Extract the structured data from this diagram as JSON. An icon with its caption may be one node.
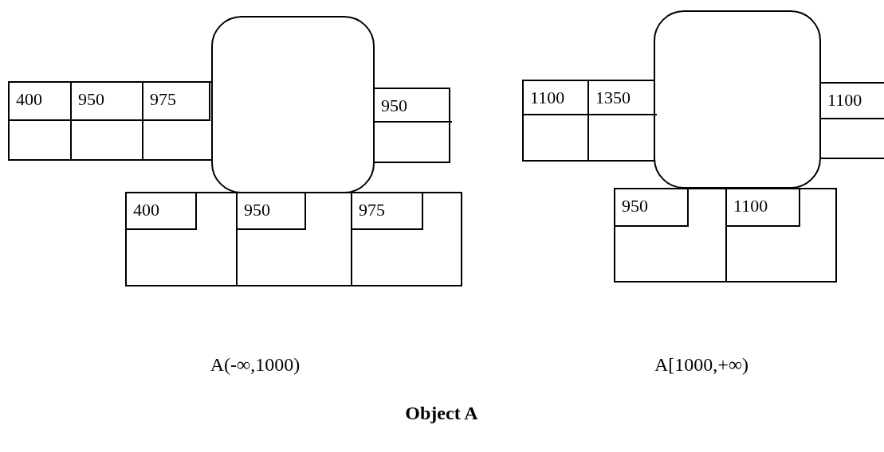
{
  "diagram": {
    "title": "Object A",
    "nodes": [
      {
        "text": [],
        "shape": "box"
      },
      {
        "text": [
          "400"
        ]
      },
      {
        "text": [
          "950"
        ]
      },
      {
        "text": [
          "975"
        ]
      },
      {
        "text": [
          "950"
        ]
      },
      {
        "text": [
          "400"
        ]
      },
      {
        "text": [
          "950"
        ]
      },
      {
        "text": [
          "975"
        ]
      },
      {
        "text": [],
        "shape": "box"
      },
      {
        "text": [
          "1100"
        ]
      },
      {
        "text": [
          "1350"
        ]
      },
      {
        "text": [
          "1100"
        ]
      },
      {
        "text": [
          "950"
        ]
      },
      {
        "text": [
          "1100"
        ]
      }
    ],
    "labels": [
      "A(-∞,1000)",
      "A[1000,+∞)"
    ]
  }
}
